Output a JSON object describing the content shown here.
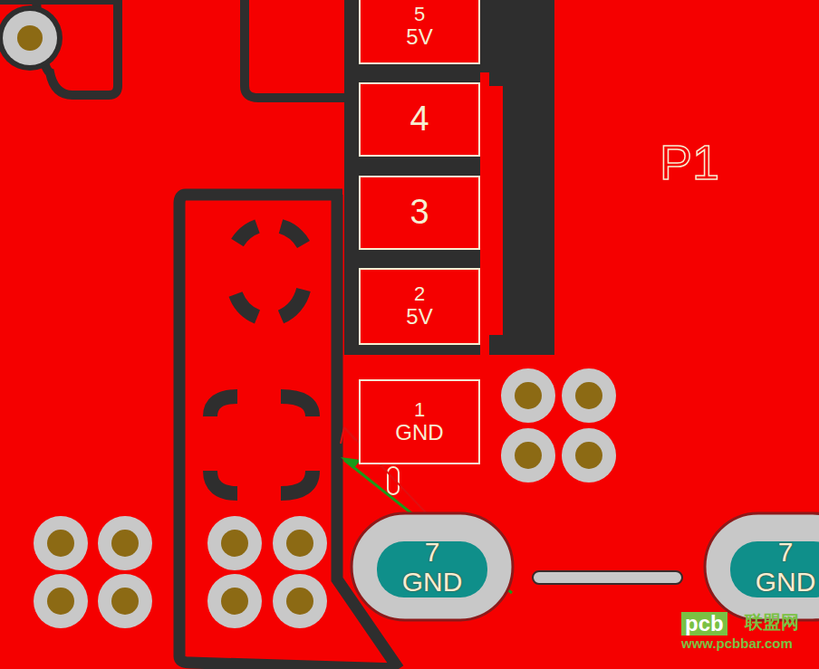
{
  "diagram": {
    "nodes": [
      {
        "text": [
          "5",
          "5V"
        ]
      },
      {
        "text": [
          "4"
        ]
      },
      {
        "text": [
          "3"
        ]
      },
      {
        "text": [
          "2",
          "5V"
        ]
      },
      {
        "text": [
          "1",
          "GND"
        ]
      },
      {
        "text": [
          "7",
          "GND"
        ]
      },
      {
        "text": [
          "7",
          "GND"
        ]
      }
    ],
    "labels": [
      "P1",
      "pcb",
      "联盟网",
      "www.pcbbar.com"
    ]
  }
}
